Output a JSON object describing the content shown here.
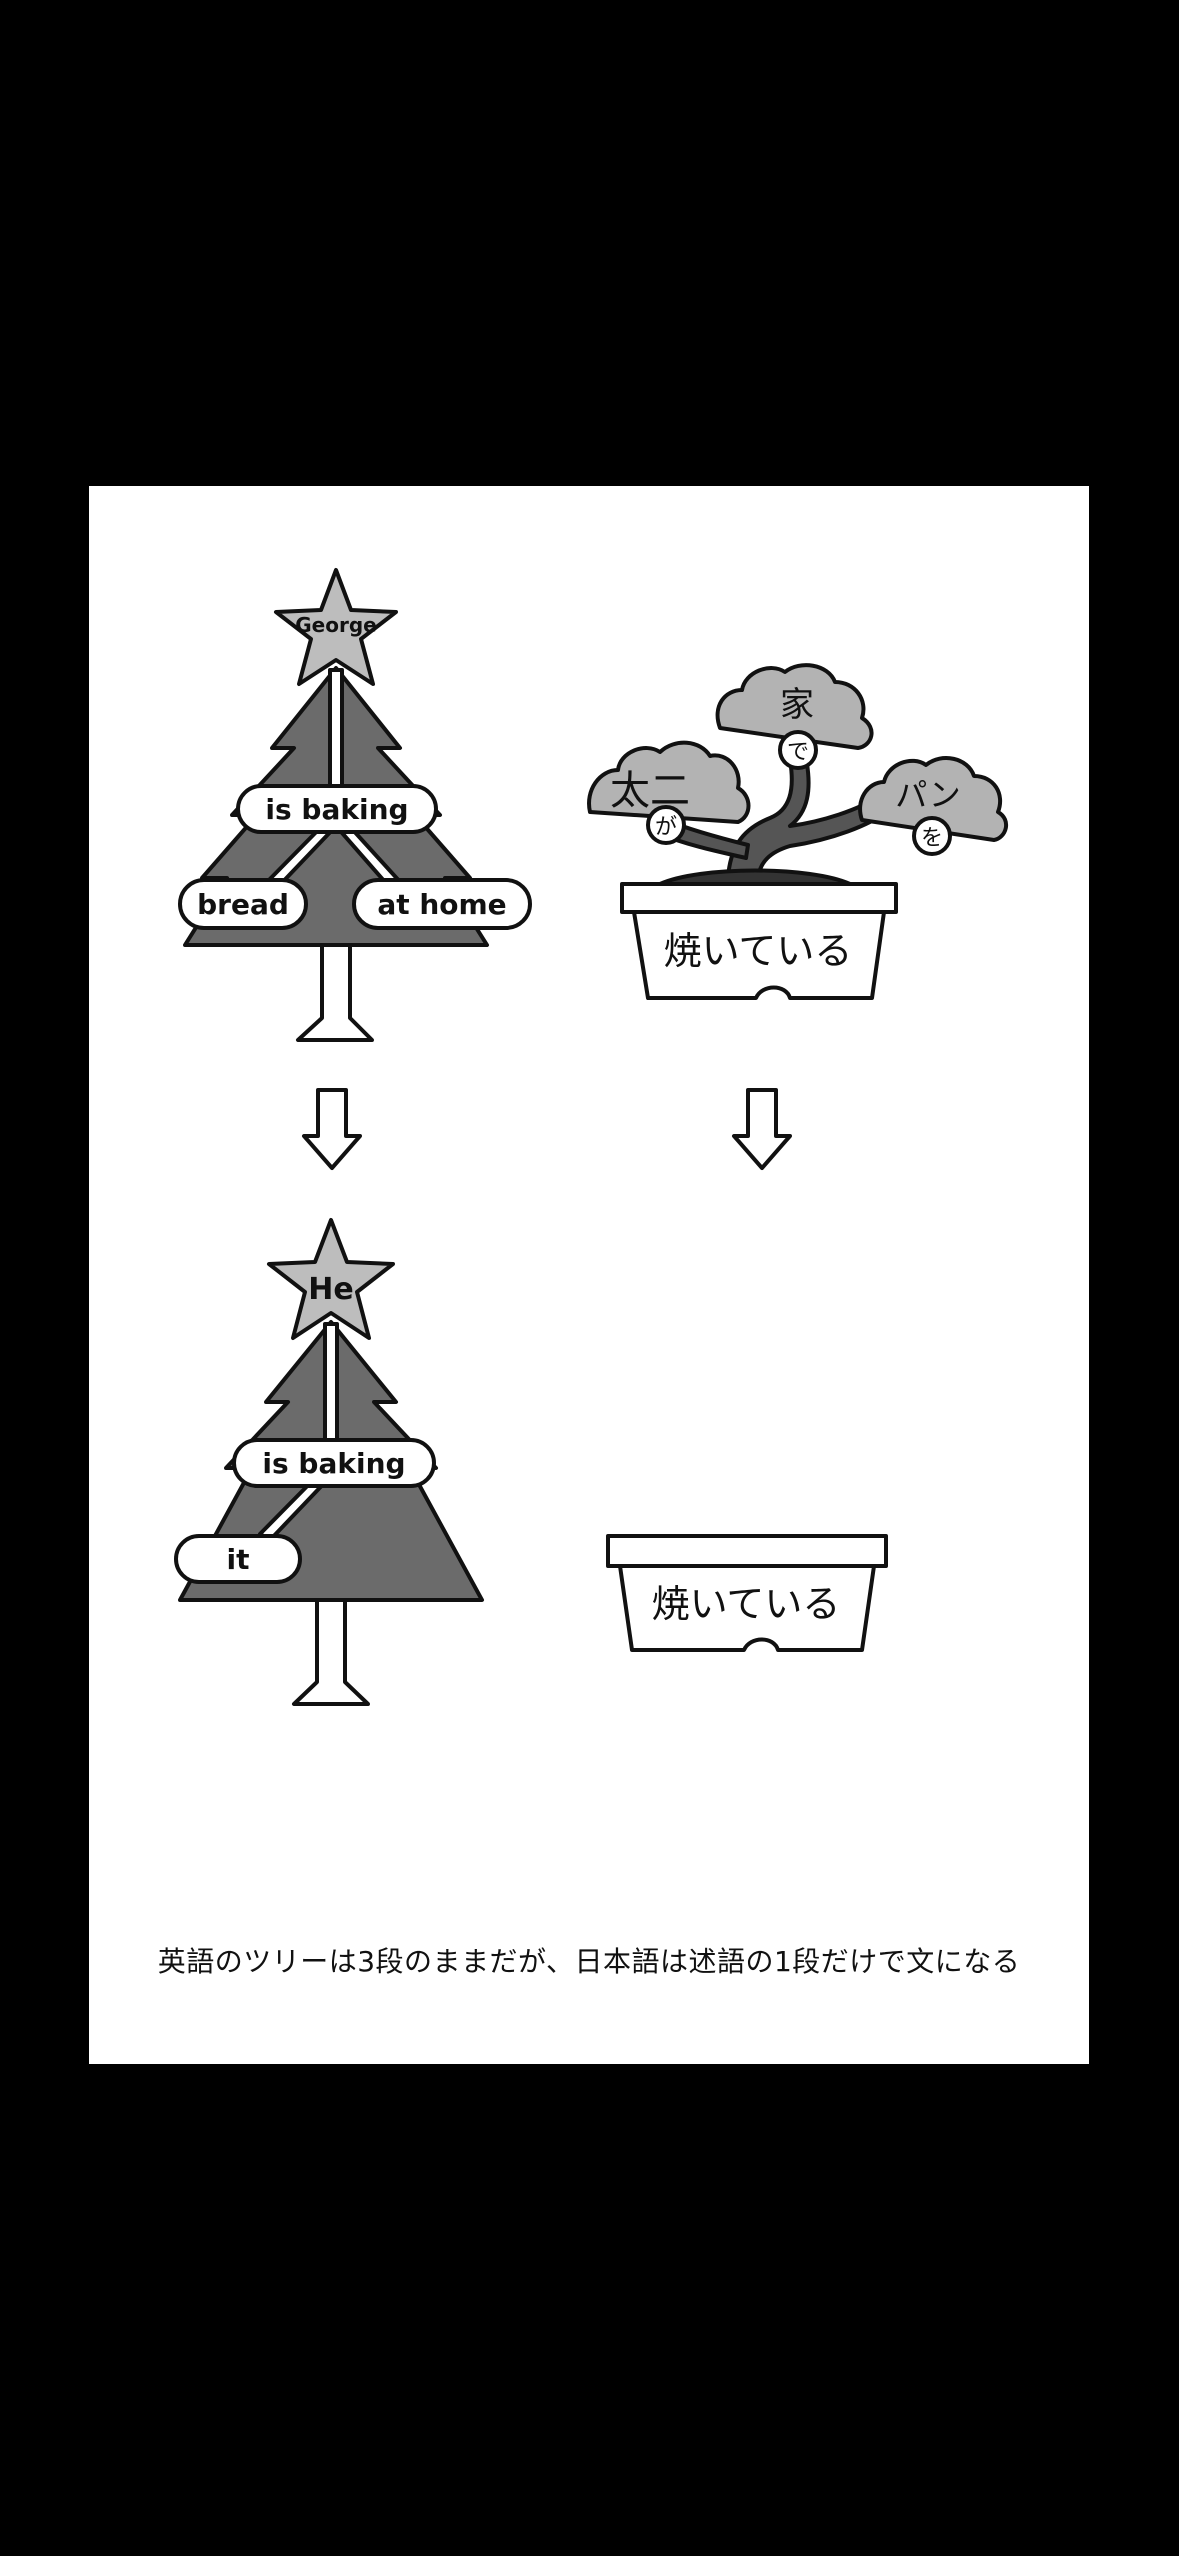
{
  "colors": {
    "screen_background": "#000000",
    "panel_background": "#ffffff",
    "ink": "#111111",
    "tree_fill": "#6b6b6b",
    "star_fill": "#bdbdbd",
    "foliage_fill": "#b3b3b3",
    "trunk_fill": "#555555"
  },
  "english_tree_before": {
    "star_label": "George",
    "verb_label": "is baking",
    "left_branch_label": "bread",
    "right_branch_label": "at home"
  },
  "japanese_bonsai_before": {
    "left_foliage_label": "太二",
    "left_particle": "が",
    "top_foliage_label": "家",
    "top_particle": "で",
    "right_foliage_label": "パン",
    "right_particle": "を",
    "pot_label": "焼いている"
  },
  "english_tree_after": {
    "star_label": "He",
    "verb_label": "is baking",
    "left_branch_label": "it"
  },
  "japanese_bonsai_after": {
    "pot_label": "焼いている"
  },
  "caption": "英語のツリーは3段のままだが、日本語は述語の1段だけで文になる"
}
